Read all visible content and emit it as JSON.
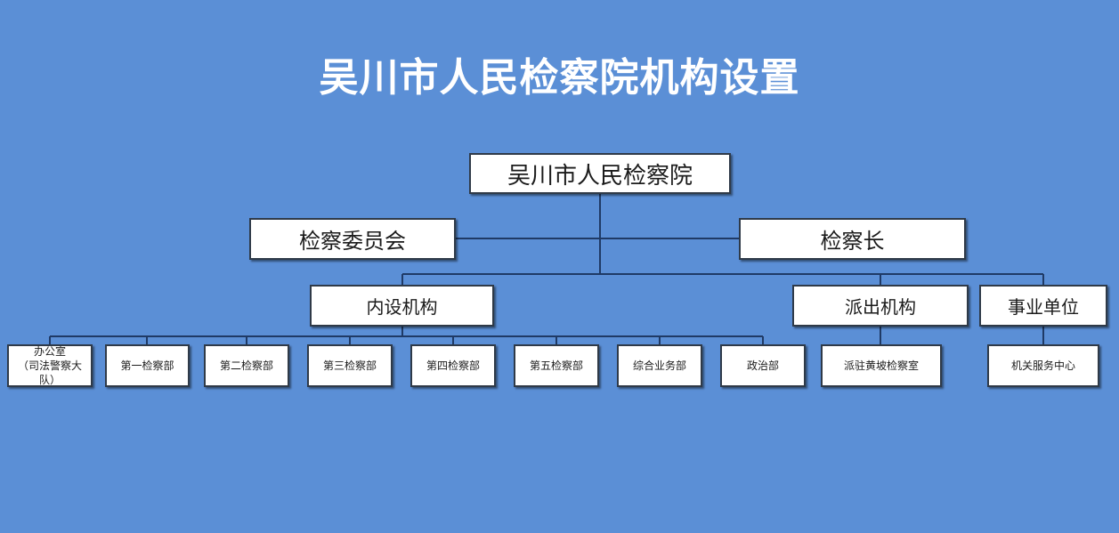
{
  "title": "吴川市人民检察院机构设置",
  "colors": {
    "background": "#5b8fd6",
    "node_fill": "#ffffff",
    "node_border": "#2f3a48",
    "connector": "#1f3a66"
  },
  "org": {
    "root": "吴川市人民检察院",
    "committee": "检察委员会",
    "chief": "检察长",
    "internal": "内设机构",
    "dispatched": "派出机构",
    "public_institution": "事业单位",
    "departments": [
      "办公室\n（司法警察大队）",
      "第一检察部",
      "第二检察部",
      "第三检察部",
      "第四检察部",
      "第五检察部",
      "综合业务部",
      "政治部"
    ],
    "dispatched_units": [
      "派驻黄坡检察室"
    ],
    "institution_units": [
      "机关服务中心"
    ]
  }
}
